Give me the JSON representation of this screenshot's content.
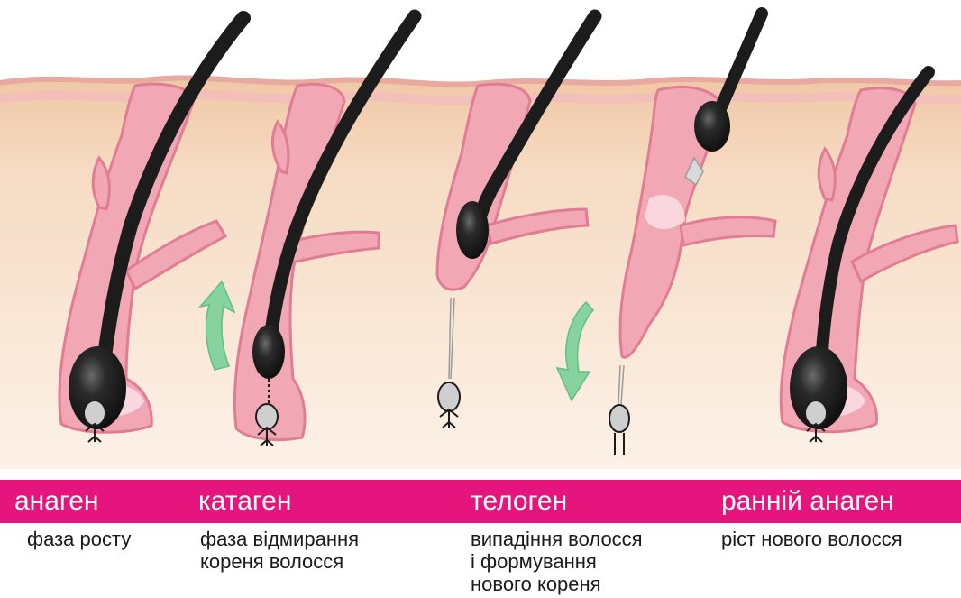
{
  "colors": {
    "skin": "#f4d2b3",
    "skin_edge": "#e4a8a0",
    "follicle": "#f2a7b4",
    "follicle_edge": "#e07d94",
    "follicle_light": "#fbe3e8",
    "hair": "#1c1c1c",
    "arrow": "#86d3a0",
    "accent_bar": "#e6147d",
    "title_text": "#ffffff",
    "desc_text": "#1a1a1a"
  },
  "phases": [
    {
      "title": "анаген",
      "description": [
        "фаза росту"
      ]
    },
    {
      "title": "катаген",
      "description": [
        "фаза відмирання",
        "кореня волосся"
      ]
    },
    {
      "title": "телоген",
      "description": [
        "випадіння волосся",
        "і формування",
        "нового кореня"
      ]
    },
    {
      "title": "ранній анаген",
      "description": [
        "ріст нового волосся"
      ]
    }
  ]
}
